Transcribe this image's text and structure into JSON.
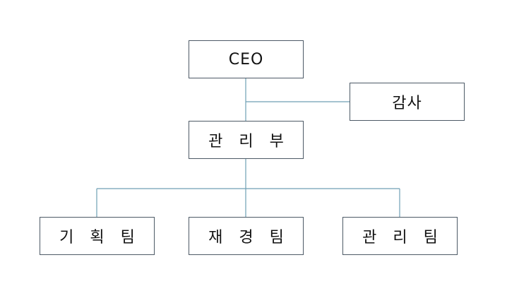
{
  "org_chart": {
    "ceo": "CEO",
    "audit": "감사",
    "management_department": "관 리 부",
    "teams": [
      "기 획 팀",
      "재 경 팀",
      "관 리 팀"
    ]
  },
  "colors": {
    "connector": "#6f9fb5",
    "box_border": "#4d5a66",
    "text": "#111111"
  }
}
